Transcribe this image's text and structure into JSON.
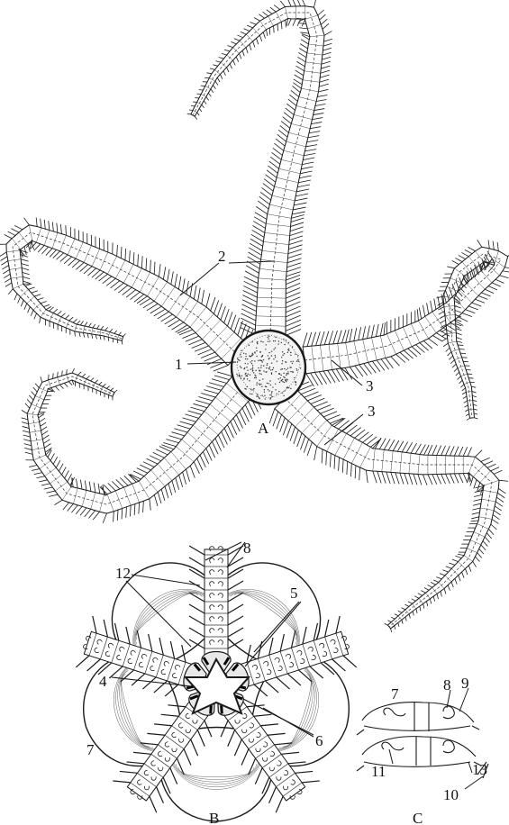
{
  "figure": {
    "panels": {
      "a": "A",
      "b": "B",
      "c": "C"
    },
    "labels_a": [
      "1",
      "2",
      "3"
    ],
    "labels_b": [
      "4",
      "5",
      "6",
      "7",
      "8",
      "12"
    ],
    "labels_c": [
      "7",
      "8",
      "9",
      "10",
      "11",
      "13"
    ]
  },
  "colors": {
    "ink": "#1a1a1a",
    "background": "#ffffff"
  }
}
